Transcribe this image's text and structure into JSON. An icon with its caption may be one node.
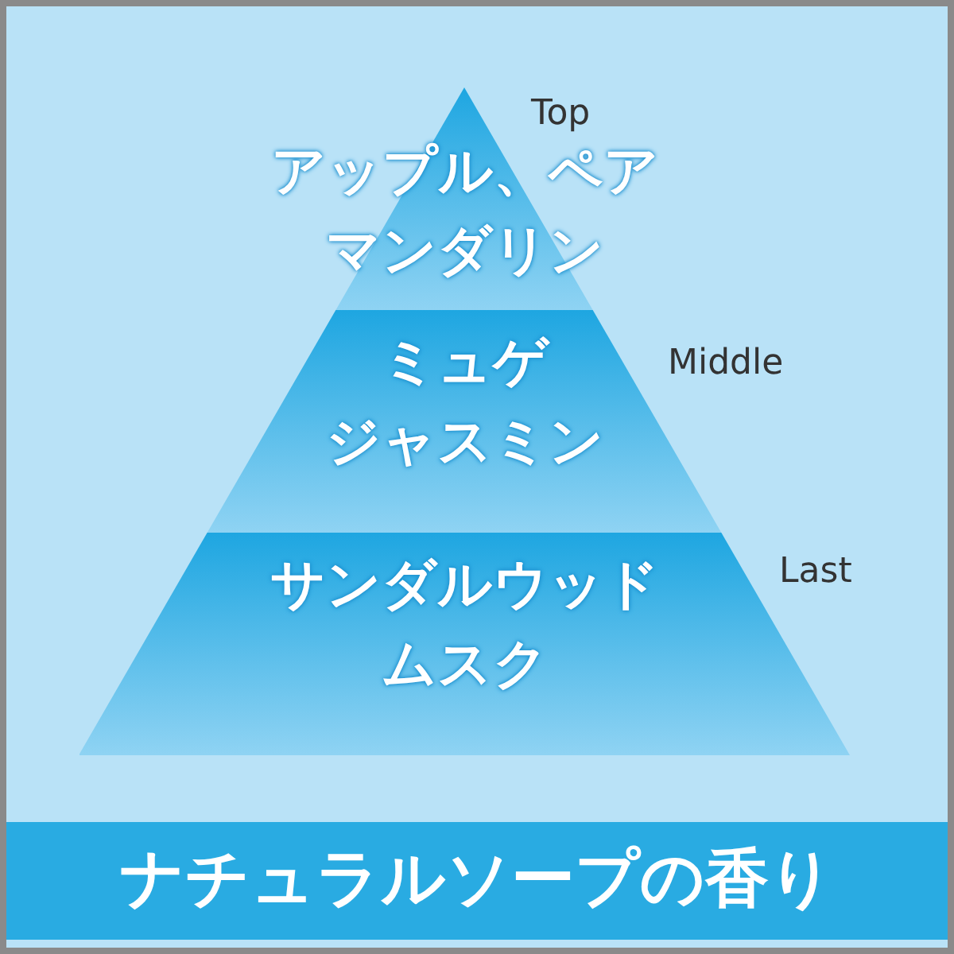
{
  "diagram": {
    "title": "ナチュラルソープの香り",
    "nodes": [
      {
        "text": [
          "アップル、ペア",
          "マンダリン"
        ],
        "beside": [
          "Top"
        ]
      },
      {
        "text": [
          "ミュゲ",
          "ジャスミン"
        ],
        "beside": [
          "Middle"
        ]
      },
      {
        "text": [
          "サンダルウッド",
          "ムスク"
        ],
        "beside": [
          "Last"
        ]
      }
    ]
  }
}
